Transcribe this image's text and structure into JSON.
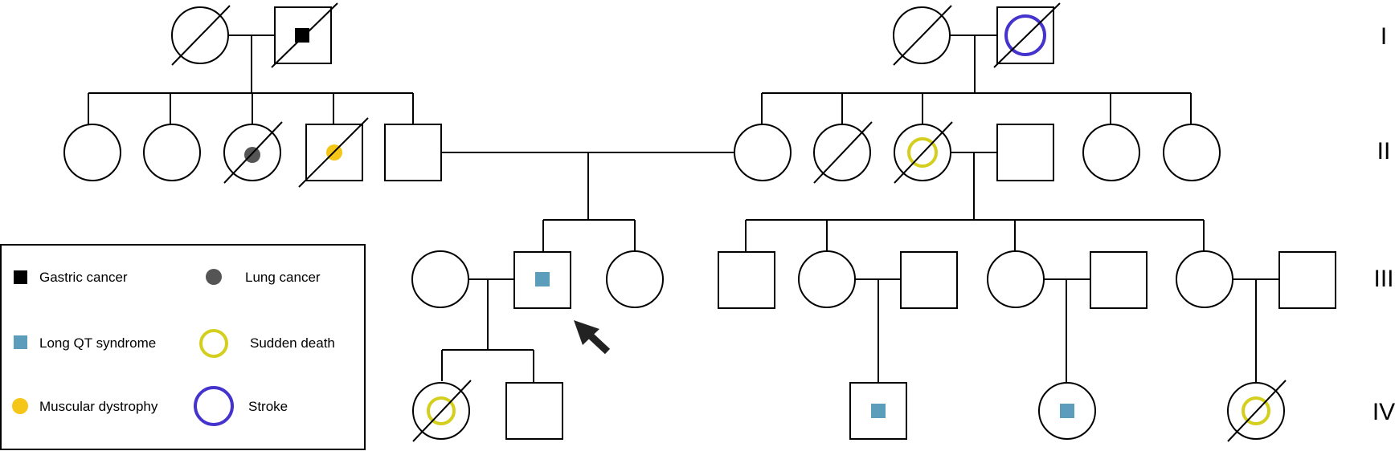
{
  "generations": [
    "I",
    "II",
    "III",
    "IV"
  ],
  "legend": [
    {
      "marker": "filled-square",
      "color": "#000000",
      "label": "Gastric cancer"
    },
    {
      "marker": "filled-circle",
      "color": "#555555",
      "label": "Lung cancer"
    },
    {
      "marker": "filled-square",
      "color": "#5b9dbb",
      "label": "Long QT syndrome"
    },
    {
      "marker": "ring",
      "color": "#d4cf1e",
      "label": "Sudden death"
    },
    {
      "marker": "filled-circle",
      "color": "#f5c518",
      "label": "Muscular dystrophy"
    },
    {
      "marker": "ring",
      "color": "#4433cc",
      "label": "Stroke"
    }
  ],
  "colors": {
    "gastric_cancer": "#000000",
    "lung_cancer": "#555555",
    "long_qt_syndrome": "#5b9dbb",
    "sudden_death": "#d4cf1e",
    "muscular_dystrophy": "#f5c518",
    "stroke": "#4433cc"
  },
  "proband_indicator": "arrow-icon"
}
